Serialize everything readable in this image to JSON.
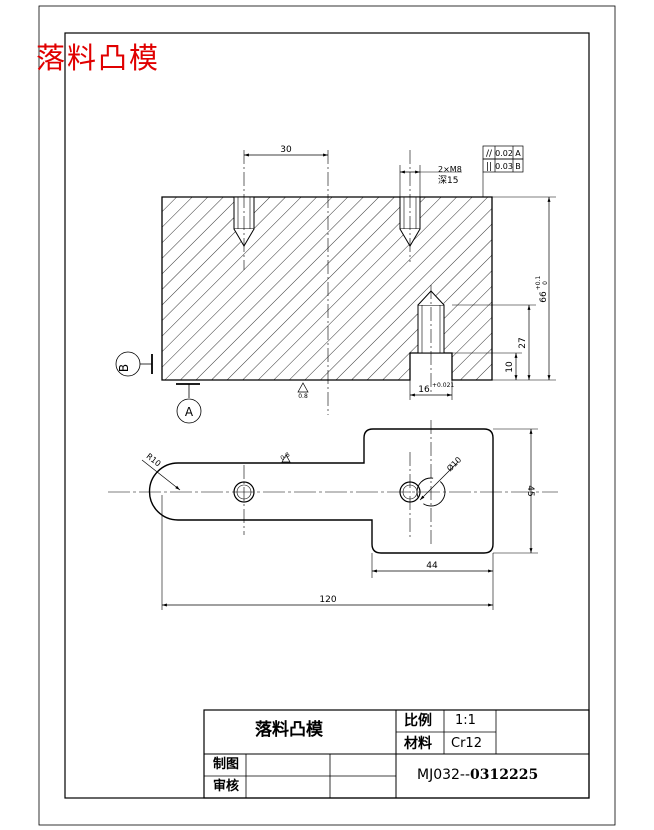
{
  "heading": "落料凸模",
  "dimensions": {
    "top_width": "30",
    "thread": "2×M8",
    "thread_depth": "深15",
    "total_height": "66",
    "height_tol_upper": "+0.1",
    "height_tol_lower": "0",
    "step_height": "27",
    "counterbore_depth": "10",
    "counterbore_width": "16",
    "counterbore_tol": "+0.021",
    "surface_finish": "0.8",
    "surface_finish_plan": "0.8",
    "radius": "R10",
    "hole_dia": "Ø10",
    "head_width": "45",
    "head_length": "44",
    "total_length": "120"
  },
  "tolerance_frames": [
    {
      "symbol": "//",
      "value": "0.02",
      "datum": "A"
    },
    {
      "symbol": "||",
      "value": "0.03",
      "datum": "B"
    }
  ],
  "datums": {
    "a": "A",
    "b": "B"
  },
  "title_block": {
    "part_name": "落料凸模",
    "scale_label": "比例",
    "scale_value": "1:1",
    "material_label": "材料",
    "material_value": "Cr12",
    "drawn_label": "制图",
    "checked_label": "审核",
    "drawing_number_prefix": "MJ032--",
    "drawing_number_suffix": "0312225"
  }
}
